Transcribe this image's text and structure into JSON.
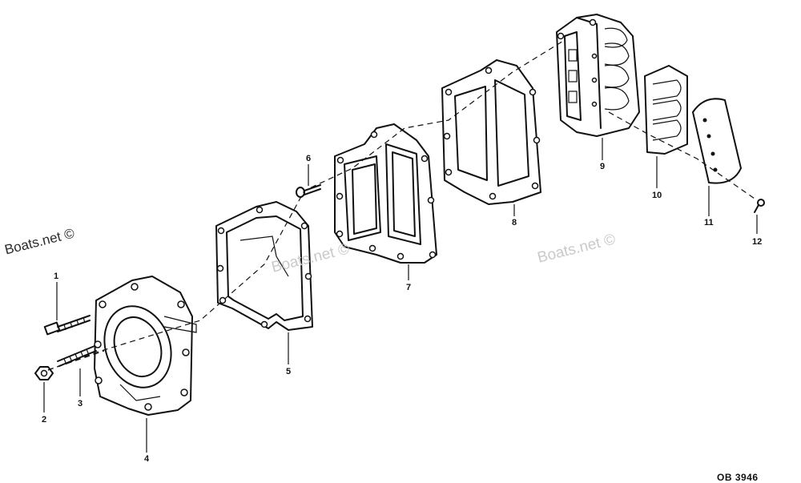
{
  "watermarks": {
    "left": "Boats.net ©",
    "center": "Boats.net ©",
    "right": "Boats.net ©"
  },
  "callouts": [
    {
      "id": "1",
      "label": "1"
    },
    {
      "id": "2",
      "label": "2"
    },
    {
      "id": "3",
      "label": "3"
    },
    {
      "id": "4",
      "label": "4"
    },
    {
      "id": "5",
      "label": "5"
    },
    {
      "id": "6",
      "label": "6"
    },
    {
      "id": "7",
      "label": "7"
    },
    {
      "id": "8",
      "label": "8"
    },
    {
      "id": "9",
      "label": "9"
    },
    {
      "id": "10",
      "label": "10"
    },
    {
      "id": "11",
      "label": "11"
    },
    {
      "id": "12",
      "label": "12"
    }
  ],
  "reference_code": "OB 3946"
}
